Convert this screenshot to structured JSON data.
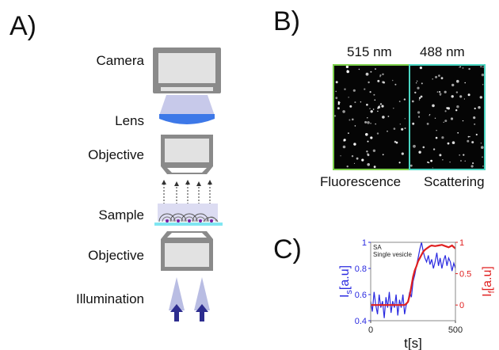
{
  "panel_a": {
    "letter": "A)",
    "components": [
      {
        "key": "camera",
        "label": "Camera"
      },
      {
        "key": "lens",
        "label": "Lens"
      },
      {
        "key": "objective_top",
        "label": "Objective"
      },
      {
        "key": "sample",
        "label": "Sample"
      },
      {
        "key": "objective_bottom",
        "label": "Objective"
      },
      {
        "key": "illumination",
        "label": "Illumination"
      }
    ]
  },
  "panel_b": {
    "letter": "B)",
    "left_wavelength": "515 nm",
    "right_wavelength": "488 nm",
    "left_caption": "Fluorescence",
    "right_caption": "Scattering",
    "left_border_color": "#7ccf4a",
    "right_border_color": "#4ad6c2"
  },
  "panel_c": {
    "letter": "C)",
    "chart_data": {
      "type": "line",
      "legend_line1": "SA",
      "legend_line2": "Single vesicle",
      "xlabel": "t[s]",
      "ylabel_left": "I",
      "ylabel_left_sub": "s",
      "ylabel_left_unit": "[a.u]",
      "ylabel_right": "I",
      "ylabel_right_sub": "f",
      "ylabel_right_unit": "[a.u]",
      "xlim": [
        0,
        500
      ],
      "ylim_left": [
        0.4,
        1
      ],
      "ylim_right": [
        -0.25,
        1
      ],
      "x_ticks": [
        "0",
        "500"
      ],
      "y_left_ticks": [
        "0.4",
        "0.6",
        "0.8",
        "1"
      ],
      "y_right_ticks": [
        "0",
        "0.5",
        "1"
      ],
      "series": [
        {
          "axis": "left",
          "color": "#2a2ae0",
          "x": [
            0,
            10,
            20,
            30,
            40,
            50,
            60,
            70,
            80,
            90,
            100,
            110,
            120,
            130,
            140,
            150,
            160,
            170,
            180,
            190,
            200,
            210,
            220,
            230,
            240,
            250,
            260,
            270,
            280,
            290,
            300,
            310,
            320,
            330,
            340,
            350,
            360,
            370,
            380,
            390,
            400,
            410,
            420,
            430,
            440,
            450,
            460,
            470,
            480,
            490,
            500
          ],
          "y": [
            0.55,
            0.47,
            0.62,
            0.52,
            0.45,
            0.6,
            0.5,
            0.55,
            0.42,
            0.58,
            0.5,
            0.62,
            0.46,
            0.55,
            0.5,
            0.6,
            0.44,
            0.56,
            0.5,
            0.6,
            0.45,
            0.52,
            0.55,
            0.62,
            0.58,
            0.7,
            0.75,
            0.82,
            0.88,
            0.95,
            1.0,
            0.93,
            0.88,
            0.85,
            0.9,
            0.83,
            0.87,
            0.8,
            0.85,
            0.92,
            0.82,
            0.88,
            0.8,
            0.86,
            0.9,
            0.82,
            0.88,
            0.85,
            0.78,
            0.84,
            0.8
          ]
        },
        {
          "axis": "right",
          "color": "#e02020",
          "x": [
            0,
            20,
            40,
            60,
            80,
            100,
            120,
            140,
            160,
            180,
            200,
            210,
            220,
            230,
            240,
            250,
            260,
            270,
            280,
            290,
            300,
            310,
            320,
            330,
            340,
            350,
            360,
            380,
            400,
            420,
            440,
            460,
            480,
            500
          ],
          "y": [
            0,
            0,
            0,
            0,
            0,
            0,
            0,
            0,
            0,
            0,
            0,
            0.02,
            0.05,
            0.15,
            0.3,
            0.45,
            0.55,
            0.62,
            0.7,
            0.75,
            0.8,
            0.85,
            0.88,
            0.9,
            0.92,
            0.94,
            0.95,
            0.94,
            0.95,
            0.96,
            0.94,
            0.92,
            0.95,
            0.9
          ]
        }
      ]
    }
  }
}
